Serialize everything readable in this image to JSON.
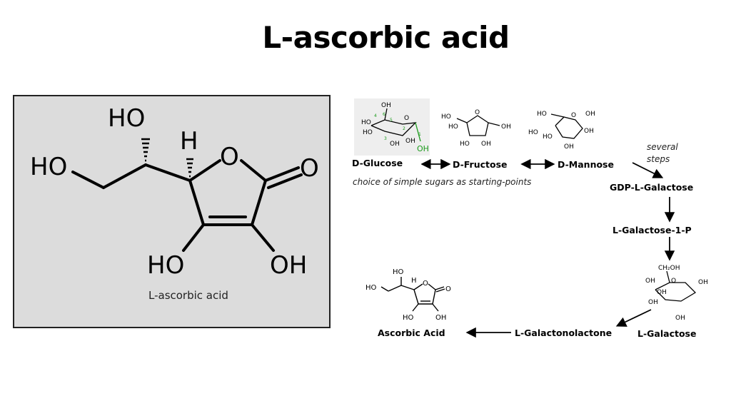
{
  "title": "L-ascorbic acid",
  "main_panel": {
    "caption": "L-ascorbic acid",
    "atoms": {
      "ho_top": "HO",
      "ho_left": "HO",
      "h": "H",
      "o_ring": "O",
      "o_carbonyl": "O",
      "ho_bottom_left": "HO",
      "oh_bottom_right": "OH"
    }
  },
  "pathway": {
    "d_glucose": "D-Glucose",
    "d_fructose": "D-Fructose",
    "d_mannose": "D-Mannose",
    "sugars_caption": "choice of simple sugars as starting-points",
    "several_steps_line1": "several",
    "several_steps_line2": "steps",
    "gdp_l_galactose": "GDP-L-Galactose",
    "l_galactose_1_p": "L-Galactose-1-P",
    "l_galactose": "L-Galactose",
    "l_galactonolactone": "L-Galactonolactone",
    "ascorbic_acid": "Ascorbic Acid",
    "small_atoms": {
      "oh": "OH",
      "ho": "HO",
      "h": "H",
      "o": "O",
      "ch2oh": "CH₂OH"
    },
    "glucose_numbers": [
      "1",
      "2",
      "3",
      "4",
      "5",
      "6"
    ]
  }
}
